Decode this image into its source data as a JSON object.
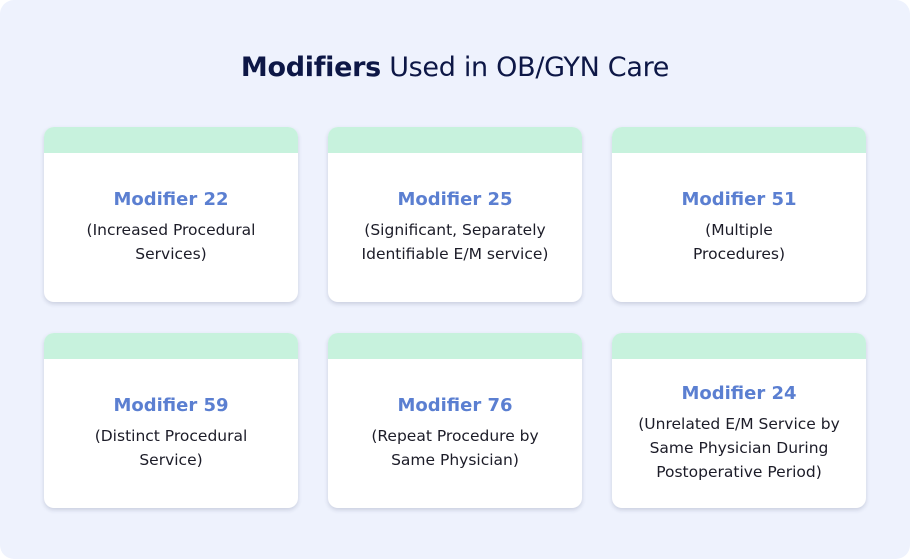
{
  "title": {
    "bold": "Modifiers",
    "rest": " Used in OB/GYN Care"
  },
  "colors": {
    "background": "#eef2fd",
    "band": "#c7f2dd",
    "accent": "#5b7fd1",
    "title": "#0d1746"
  },
  "cards": [
    {
      "name": "Modifier 22",
      "desc_lines": [
        "(Increased Procedural",
        "Services)"
      ]
    },
    {
      "name": "Modifier 25",
      "desc_lines": [
        "(Significant, Separately",
        "Identifiable E/M service)"
      ]
    },
    {
      "name": "Modifier 51",
      "desc_lines": [
        "(Multiple",
        "Procedures)"
      ]
    },
    {
      "name": "Modifier 59",
      "desc_lines": [
        "(Distinct Procedural",
        "Service)"
      ]
    },
    {
      "name": "Modifier 76",
      "desc_lines": [
        "(Repeat Procedure by",
        "Same Physician)"
      ]
    },
    {
      "name": "Modifier 24",
      "desc_lines": [
        "(Unrelated E/M Service by",
        "Same Physician During",
        "Postoperative Period)"
      ]
    }
  ]
}
